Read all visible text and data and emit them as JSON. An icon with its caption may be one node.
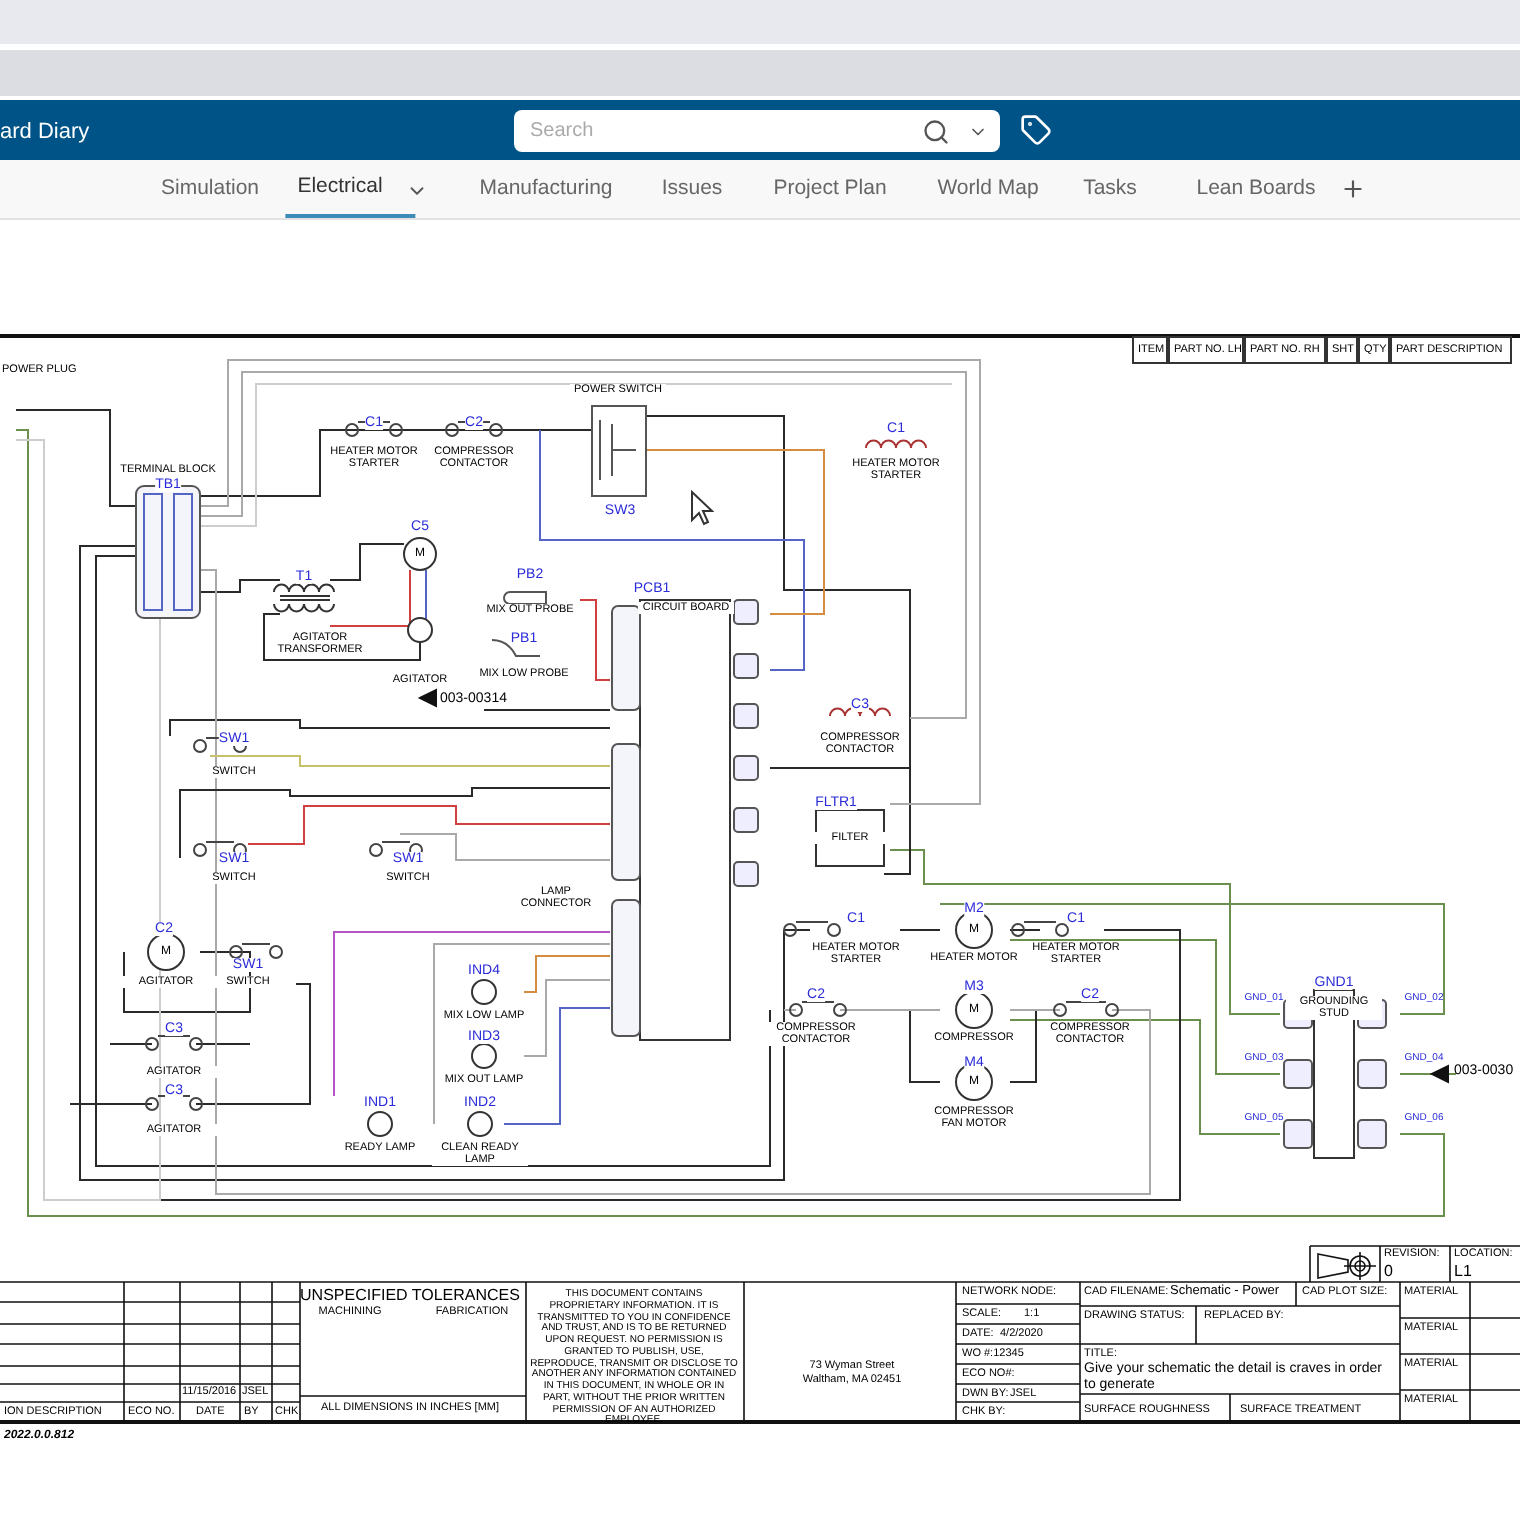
{
  "diagram": {
    "labels": [
      "ard Diary",
      "Search",
      "Simulation",
      "Electrical",
      "Manufacturing",
      "Issues",
      "Project Plan",
      "World Map",
      "Tasks",
      "Lean Boards",
      "ITEM",
      "PART NO. LH",
      "PART NO. RH",
      "SHT",
      "QTY",
      "PART DESCRIPTION",
      "POWER PLUG",
      "TERMINAL BLOCK",
      "TB1",
      "C1",
      "HEATER MOTOR STARTER",
      "C2",
      "COMPRESSOR CONTACTOR",
      "POWER SWITCH",
      "SW3",
      "C1",
      "HEATER MOTOR STARTER",
      "C5",
      "M",
      "AGITATOR",
      "T1",
      "AGITATOR TRANSFORMER",
      "PB2",
      "MIX OUT PROBE",
      "PB1",
      "MIX LOW PROBE",
      "PCB1",
      "CIRCUIT BOARD",
      "003-00314",
      "C3",
      "COMPRESSOR CONTACTOR",
      "FLTR1",
      "FILTER",
      "SW1",
      "SWITCH",
      "SW1",
      "SWITCH",
      "SW1",
      "SWITCH",
      "LAMP CONNECTOR",
      "C2",
      "M",
      "AGITATOR",
      "SW1",
      "SWITCH",
      "C3",
      "AGITATOR",
      "C3",
      "AGITATOR",
      "IND4",
      "MIX LOW LAMP",
      "IND3",
      "MIX OUT LAMP",
      "IND1",
      "READY LAMP",
      "IND2",
      "CLEAN READY LAMP",
      "C1",
      "HEATER MOTOR STARTER",
      "M2",
      "M",
      "HEATER MOTOR",
      "C1",
      "HEATER MOTOR STARTER",
      "C2",
      "COMPRESSOR CONTACTOR",
      "M3",
      "M",
      "COMPRESSOR",
      "C2",
      "COMPRESSOR CONTACTOR",
      "M4",
      "M",
      "COMPRESSOR FAN MOTOR",
      "GND1",
      "GROUNDING STUD",
      "GND_01",
      "GND_02",
      "GND_03",
      "GND_04",
      "GND_05",
      "GND_06",
      "003-0030",
      "UNSPECIFIED TOLERANCES",
      "MACHINING",
      "FABRICATION",
      "ALL DIMENSIONS IN INCHES [MM]",
      "THIS DOCUMENT CONTAINS PROPRIETARY INFORMATION. IT IS TRANSMITTED TO YOU IN CONFIDENCE AND TRUST, AND IS TO BE RETURNED UPON REQUEST. NO PERMISSION IS GRANTED TO PUBLISH, USE, REPRODUCE, TRANSMIT OR DISCLOSE TO ANOTHER ANY INFORMATION CONTAINED IN THIS DOCUMENT, IN WHOLE OR IN PART, WITHOUT THE PRIOR WRITTEN PERMISSION OF AN AUTHORIZED EMPLOYEE.",
      "73 Wyman Street Waltham, MA 02451",
      "NETWORK NODE:",
      "SCALE:",
      "1:1",
      "DATE:",
      "4/2/2020",
      "WO #:12345",
      "ECO NO#:",
      "DWN BY:",
      "JSEL",
      "CHK BY:",
      "CAD FILENAME:",
      "Schematic - Power",
      "CAD PLOT SIZE:",
      "DRAWING STATUS:",
      "REPLACED BY:",
      "TITLE:",
      "Give your schematic the detail is craves in order to generate",
      "SURFACE ROUGHNESS",
      "SURFACE TREATMENT",
      "REVISION:",
      "0",
      "LOCATION:",
      "L1",
      "MATERIAL",
      "MATERIAL",
      "MATERIAL",
      "MATERIAL",
      "11/15/2016",
      "JSEL",
      "ION DESCRIPTION",
      "ECO NO.",
      "DATE",
      "BY",
      "CHK",
      "2022.0.0.812"
    ]
  }
}
